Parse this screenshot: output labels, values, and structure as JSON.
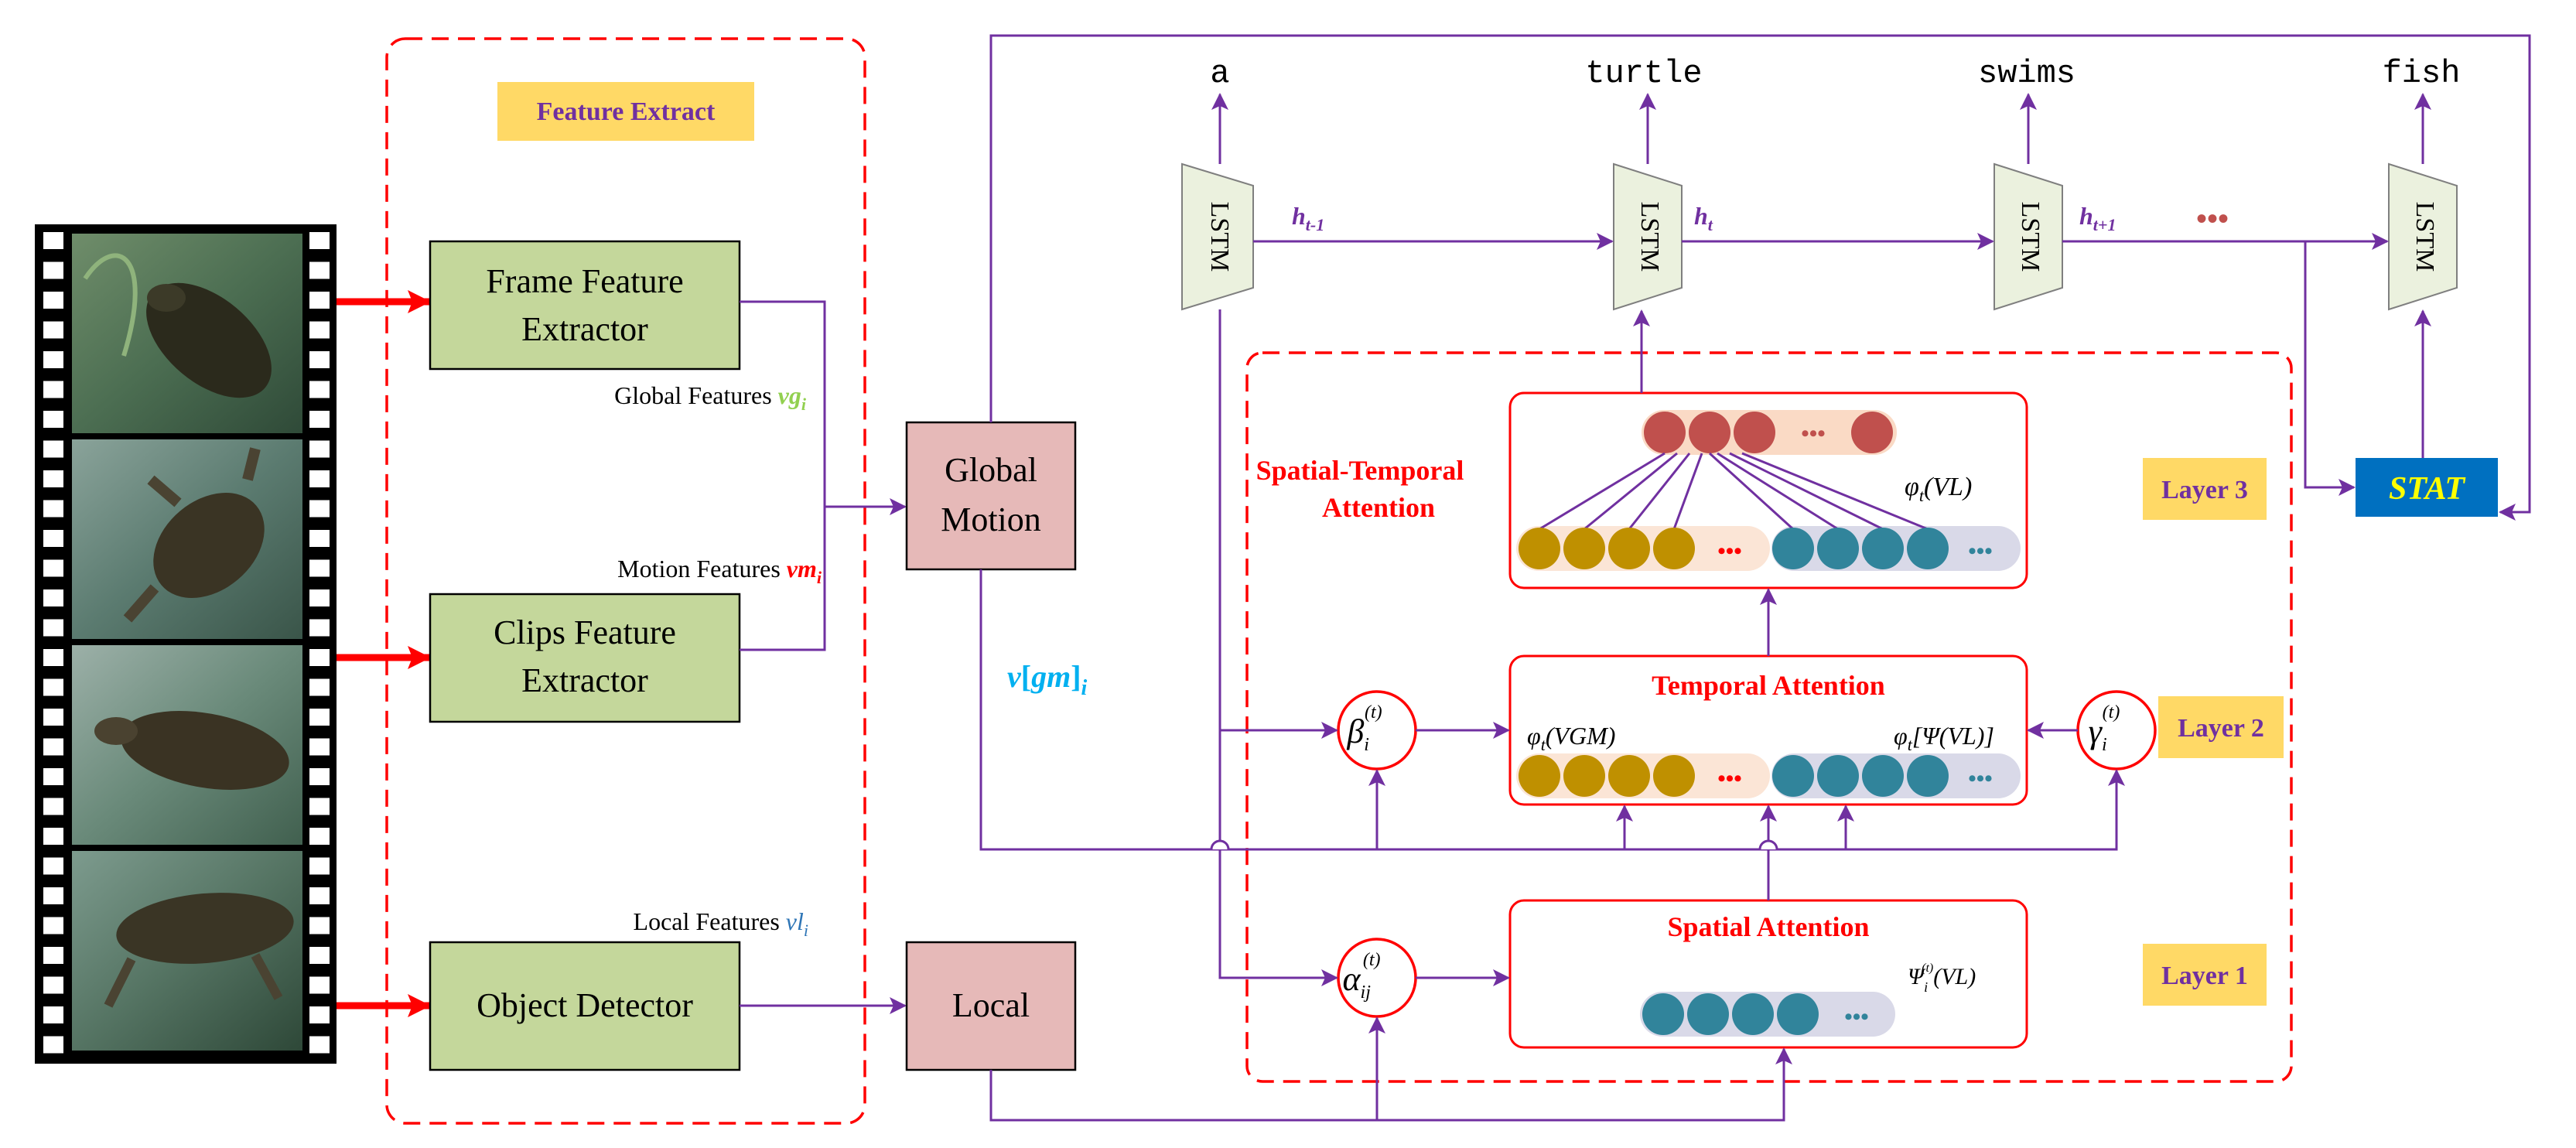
{
  "feature_extract": {
    "title": "Feature Extract",
    "frame_extractor": [
      "Frame Feature",
      "Extractor"
    ],
    "clips_extractor": [
      "Clips Feature",
      "Extractor"
    ],
    "object_detector": "Object Detector",
    "global_features_label": "Global Features ",
    "global_features_var": "vg",
    "global_features_sub": "i",
    "motion_features_label": "Motion Features ",
    "motion_features_var": "vm",
    "motion_features_sub": "i",
    "local_features_label": "Local Features ",
    "local_features_var": "vl",
    "local_features_sub": "i"
  },
  "global_motion": [
    "Global",
    "Motion"
  ],
  "local": "Local",
  "vgm_label": {
    "v": "v",
    "bracket_open": "[",
    "gm": "gm",
    "bracket_close": "]",
    "sub": "i"
  },
  "words": [
    "a",
    "turtle",
    "swims",
    "fish"
  ],
  "lstm_label": "LSTM",
  "hidden": {
    "h_prev": {
      "base": "h",
      "sub": "t-1"
    },
    "h_curr": {
      "base": "h",
      "sub": "t"
    },
    "h_next": {
      "base": "h",
      "sub": "t+1"
    },
    "ellipsis": "•••"
  },
  "stat": "STAT",
  "layers": [
    "Layer 1",
    "Layer 2",
    "Layer 3"
  ],
  "attention": {
    "spatial_temporal": [
      "Spatial-Temporal",
      "Attention"
    ],
    "temporal": "Temporal Attention",
    "spatial": "Spatial Attention",
    "phi_vl": {
      "phi": "φ",
      "sub": "t",
      "arg": "(VL)"
    },
    "phi_vgm": {
      "phi": "φ",
      "sub": "t",
      "arg": "(VGM)"
    },
    "phi_psi_vl": {
      "phi": "φ",
      "sub": "t",
      "arg": "[Ψ(VL)]"
    },
    "psi_vl": {
      "psi": "Ψ",
      "sub": "i",
      "sup": "(t)",
      "arg": "(VL)"
    },
    "beta": {
      "sym": "β",
      "sub": "i",
      "sup": "(t)"
    },
    "gamma": {
      "sym": "γ",
      "sub": "i",
      "sup": "(t)"
    },
    "alpha": {
      "sym": "α",
      "sub": "ij",
      "sup": "(t)"
    },
    "dots": "•••"
  },
  "colors": {
    "arrow_purple": "#7030a0",
    "dashed_red": "#ff0000",
    "extractor_fill": "#c4d79b",
    "motion_fill": "#e6b9b8",
    "title_fill": "#ffd966",
    "stat_fill": "#0070c0",
    "stat_text": "#ffff00",
    "lstm_fill": "#ebf1de",
    "node_gold": "#bf9000",
    "node_teal": "#31849b",
    "node_red": "#c0504d",
    "green_var": "#92d050",
    "red_var": "#ff0000",
    "blue_var": "#2e75b6",
    "cyan_var": "#00b0f0"
  }
}
